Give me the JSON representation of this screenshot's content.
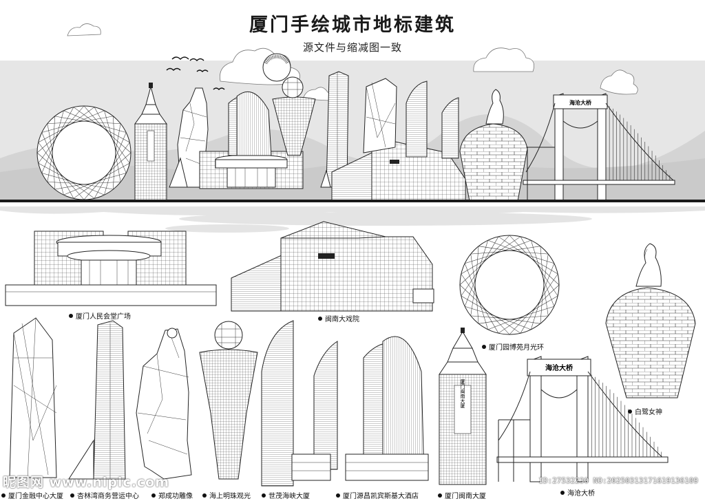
{
  "poster": {
    "title": "厦门手绘城市地标建筑",
    "subtitle": "源文件与缩减图一致",
    "captions": [
      "厦门人民会堂广场",
      "闽南大戏院",
      "厦门园博苑月光环",
      "白鹭女神",
      "厦门金融中心大厦",
      "杏林湾商务营运中心",
      "郑成功雕像",
      "海上明珠观光",
      "世茂海峡大厦",
      "厦门源昌凯宾斯基大酒店",
      "厦门闽南大厦",
      "海沧大桥"
    ],
    "bridge_sign": "海沧大桥",
    "tower_sign": "厦门闽南大厦",
    "watermark_left": "昵图网 www.nipic.com",
    "watermark_right": "ID:27532230 NO:20250313171619136109"
  },
  "colors": {
    "background": "#ffffff",
    "sky_band": "#e6e6e6",
    "hills": "#d2d2d2",
    "ink": "#222222"
  },
  "icons": [
    "sun-icon",
    "bird-icon",
    "cloud-icon"
  ]
}
